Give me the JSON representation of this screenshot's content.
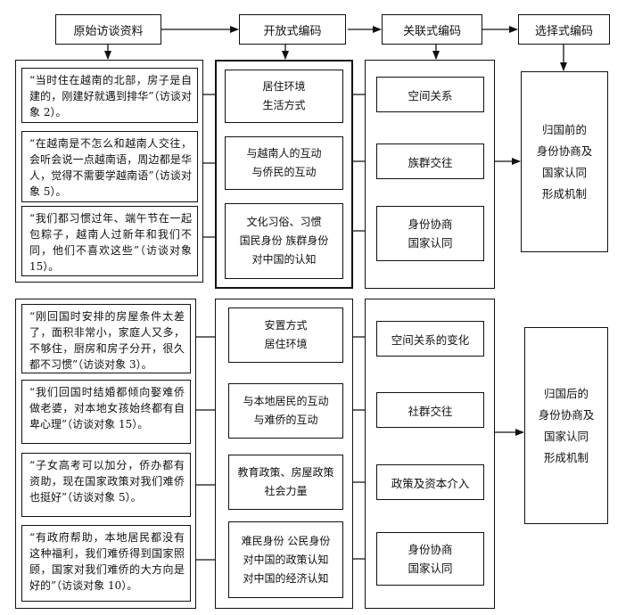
{
  "headers": {
    "raw": "原始访谈资料",
    "open": "开放式编码",
    "axial": "关联式编码",
    "selective": "选择式编码"
  },
  "before": {
    "quotes": [
      "“当时住在越南的北部，房子是自建的，刚建好就遇到排华”（访谈对象 2）。",
      "“在越南是不怎么和越南人交往，会听会说一点越南语，周边都是华人，觉得不需要学越南语”（访谈对象 5）。",
      "“我们都习惯过年、端午节在一起包粽子，越南人过新年和我们不同，他们不喜欢这些”（访谈对象 15）。"
    ],
    "open_codes": [
      [
        "居住环境",
        "生活方式"
      ],
      [
        "与越南人的互动",
        "与侨民的互动"
      ],
      [
        "文化习俗、习惯",
        "国民身份  族群身份",
        "对中国的认知"
      ]
    ],
    "axial_codes": [
      [
        "空间关系"
      ],
      [
        "族群交往"
      ],
      [
        "身份协商",
        "国家认同"
      ]
    ],
    "selective": [
      "归国前的",
      "身份协商及",
      "国家认同",
      "形成机制"
    ]
  },
  "after": {
    "quotes": [
      "“刚回国时安排的房屋条件太差了，面积非常小，家庭人又多，不够住，厨房和房子分开，很久都不习惯”（访谈对象 3）。",
      "“我们回国时结婚都倾向娶难侨做老婆，对本地女孩始终都有自卑心理”（访谈对象 15）。",
      "“子女高考可以加分，侨办都有资助，现在国家政策对我们难侨也挺好”（访谈对象 5）。",
      "“有政府帮助，本地居民都没有这种福利，我们难侨得到国家照顾，国家对我们难侨的大方向是好的”（访谈对象 10）。"
    ],
    "open_codes": [
      [
        "安置方式",
        "居住环境"
      ],
      [
        "与本地居民的互动",
        "与难侨的互动"
      ],
      [
        "教育政策、房屋政策",
        "社会力量"
      ],
      [
        "难民身份  公民身份",
        "对中国的政策认知",
        "对中国的经济认知"
      ]
    ],
    "axial_codes": [
      [
        "空间关系的变化"
      ],
      [
        "社群交往"
      ],
      [
        "政策及资本介入"
      ],
      [
        "身份协商",
        "国家认同"
      ]
    ],
    "selective": [
      "归国后的",
      "身份协商及",
      "国家认同",
      "形成机制"
    ]
  }
}
